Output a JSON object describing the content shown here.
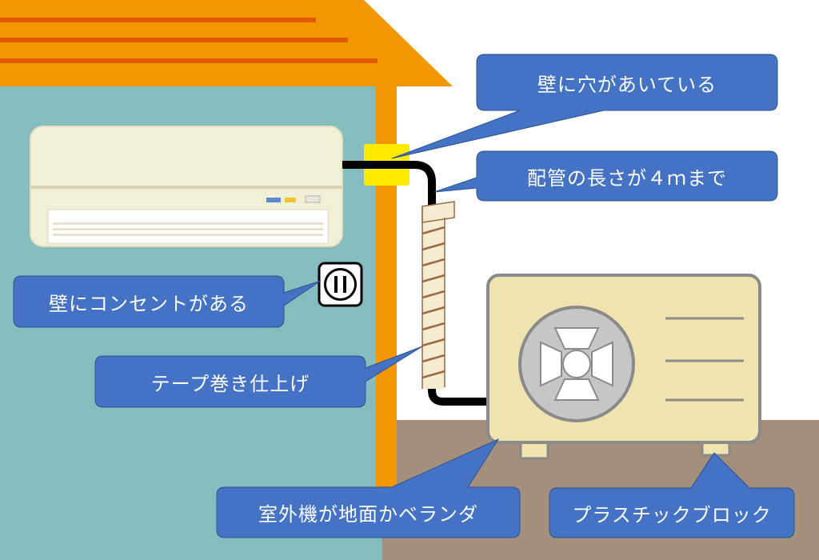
{
  "labels": {
    "wall_hole": "壁に穴があいている",
    "pipe_length": "配管の長さが４ｍまで",
    "outlet": "壁にコンセントがある",
    "tape_finish": "テープ巻き仕上げ",
    "outdoor_unit_location": "室外機が地面かベランダ",
    "plastic_block": "プラスチックブロック"
  },
  "colors": {
    "callout": "#4472c4",
    "wall": "#85bdbf",
    "roof": "#f39700",
    "ground": "#a38f7b",
    "outdoor_unit": "#efe4b0",
    "hole_marker": "#ffeb00"
  },
  "icons": {
    "outlet": "power-outlet-icon",
    "fan": "fan-icon"
  }
}
